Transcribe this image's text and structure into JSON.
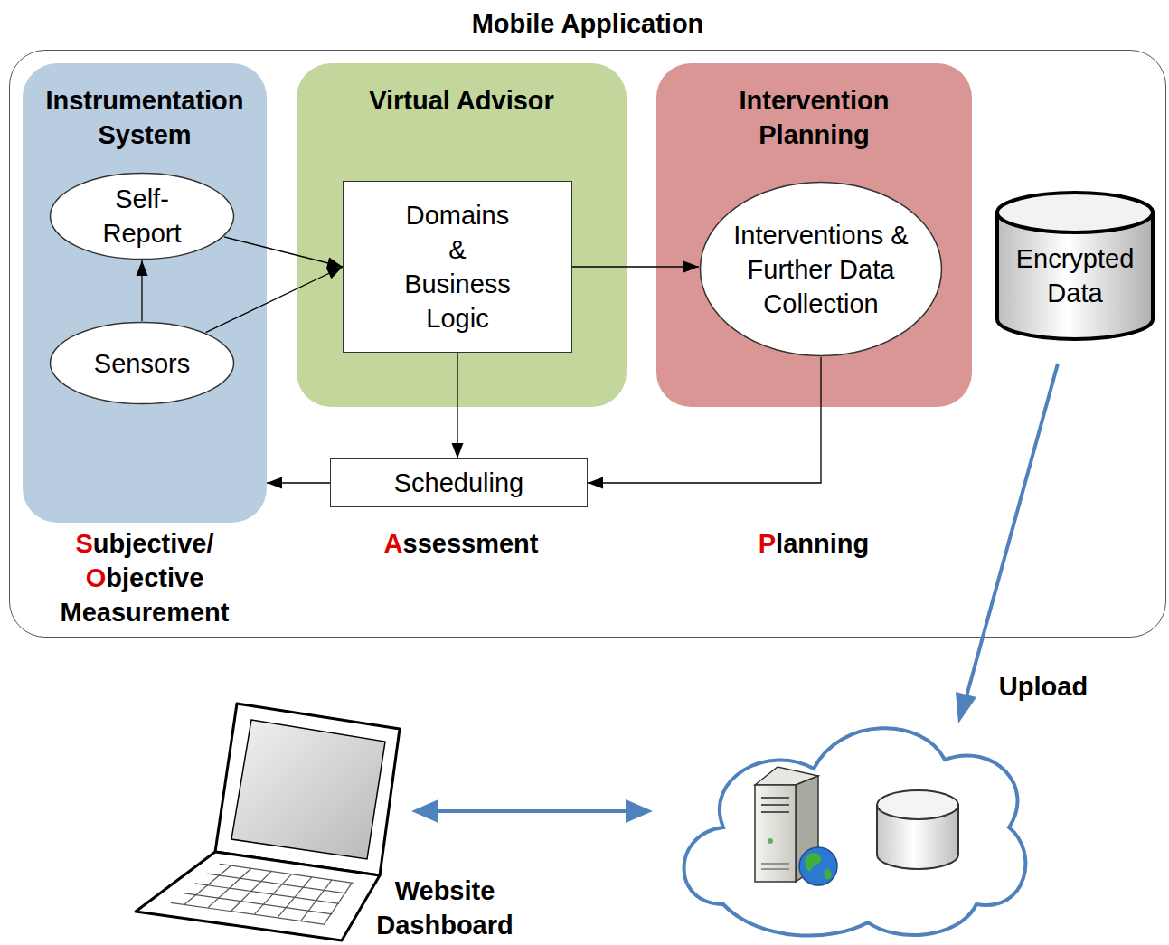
{
  "diagram": {
    "nodes": [
      {
        "text": [
          "Mobile Application"
        ]
      },
      {
        "text": [
          "Instrumentation System"
        ],
        "in": 0
      },
      {
        "text": [
          "Self- Report"
        ],
        "in": 1
      },
      {
        "text": [
          "Sensors"
        ],
        "in": 1
      },
      {
        "text": [
          "Virtual Advisor"
        ],
        "in": 0
      },
      {
        "text": [
          "Domains & Business Logic"
        ],
        "in": 4
      },
      {
        "text": [
          "Intervention Planning"
        ],
        "in": 0
      },
      {
        "text": [
          "Interventions & Further Data Collection"
        ],
        "in": 6
      },
      {
        "text": [
          "Scheduling"
        ],
        "in": 0
      },
      {
        "text": [
          "Encrypted Data"
        ],
        "in": 0
      }
    ],
    "edges": [
      {
        "from": 3,
        "to": 2,
        "arrow": "to"
      },
      {
        "from": 2,
        "to": 5,
        "arrow": "to"
      },
      {
        "from": 3,
        "to": 5,
        "arrow": "to"
      },
      {
        "from": 5,
        "to": 7,
        "arrow": "to"
      },
      {
        "from": 5,
        "to": 8,
        "arrow": "to"
      },
      {
        "from": 7,
        "to": 8,
        "arrow": "to"
      },
      {
        "from": 8,
        "to": 1,
        "arrow": "to"
      }
    ],
    "labels": [
      "Subjective/ Objective Measurement",
      "Assessment",
      "Planning",
      "Upload",
      "Website Dashboard"
    ]
  }
}
